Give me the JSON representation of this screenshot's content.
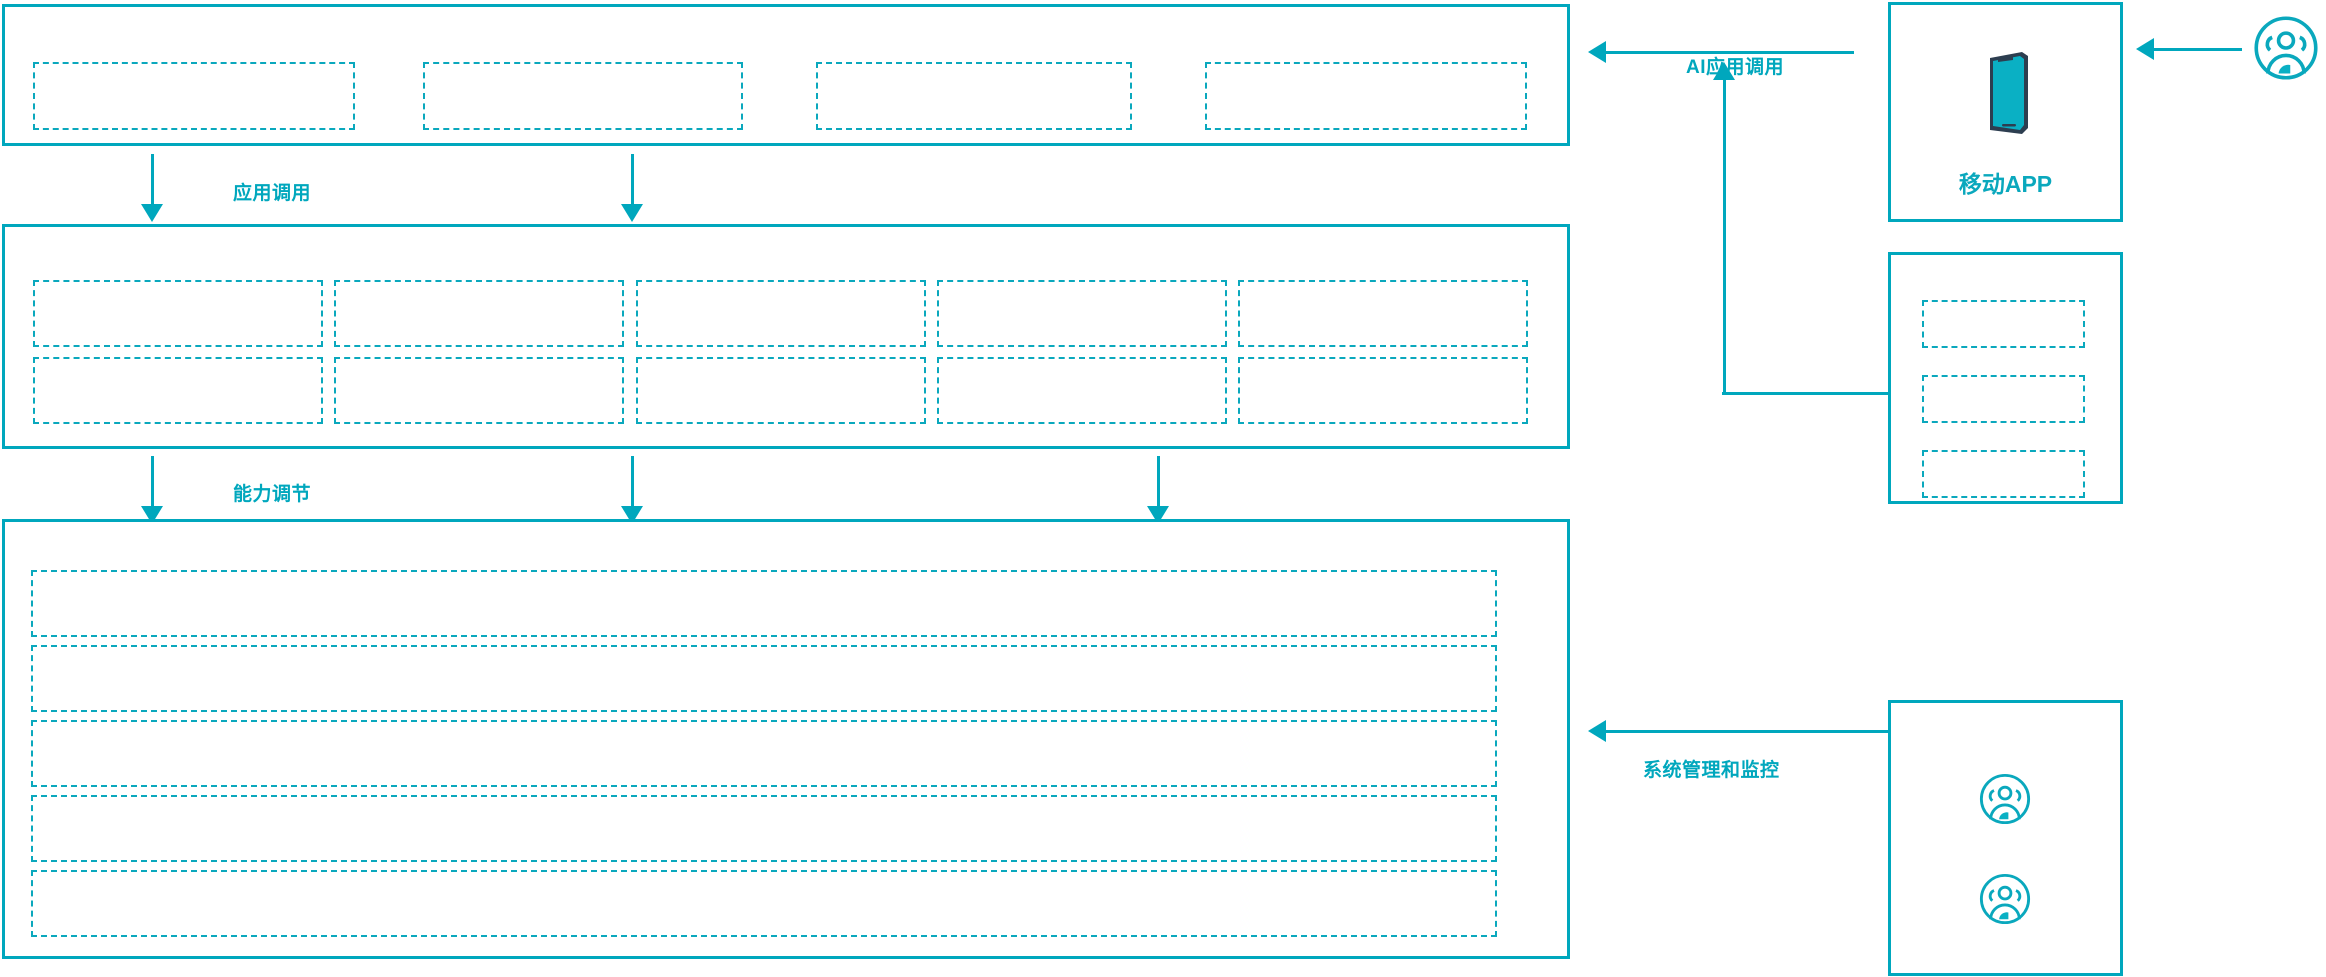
{
  "theme": {
    "accent": "#00a7bd",
    "accent_dashed": "#0aa8bd",
    "icon_dark": "#2d3e50",
    "icon_fill": "#0ab0c4",
    "background": "#ffffff"
  },
  "diagram": {
    "type": "layered-architecture",
    "title": "",
    "layers": [
      {
        "name": "application-layer",
        "blocks": [
          "",
          "",
          "",
          ""
        ]
      },
      {
        "name": "capability-layer",
        "rows": [
          [
            "",
            "",
            "",
            "",
            ""
          ],
          [
            "",
            "",
            "",
            "",
            ""
          ]
        ]
      },
      {
        "name": "platform-layer",
        "rows": [
          "",
          "",
          "",
          "",
          ""
        ]
      }
    ],
    "right_column": [
      {
        "name": "mobile-app-panel",
        "label": "移动APP",
        "icon": "smartphone-icon"
      },
      {
        "name": "channel-panel",
        "label": "",
        "blocks": [
          "",
          "",
          ""
        ]
      },
      {
        "name": "operations-panel",
        "label": "",
        "icons": [
          "users-group-icon",
          "users-group-icon"
        ]
      }
    ],
    "external_actor": {
      "name": "end-user-actor",
      "icon": "users-group-icon",
      "label": ""
    },
    "flows": [
      {
        "name": "flow-app-invoke",
        "label": "应用调用",
        "direction": "down"
      },
      {
        "name": "flow-capability-tune",
        "label": "能力调节",
        "direction": "down"
      },
      {
        "name": "flow-ai-app-invoke",
        "label": "AI应用调用",
        "direction": "left"
      },
      {
        "name": "flow-system-monitor",
        "label": "系统管理和监控",
        "direction": "left"
      }
    ]
  }
}
